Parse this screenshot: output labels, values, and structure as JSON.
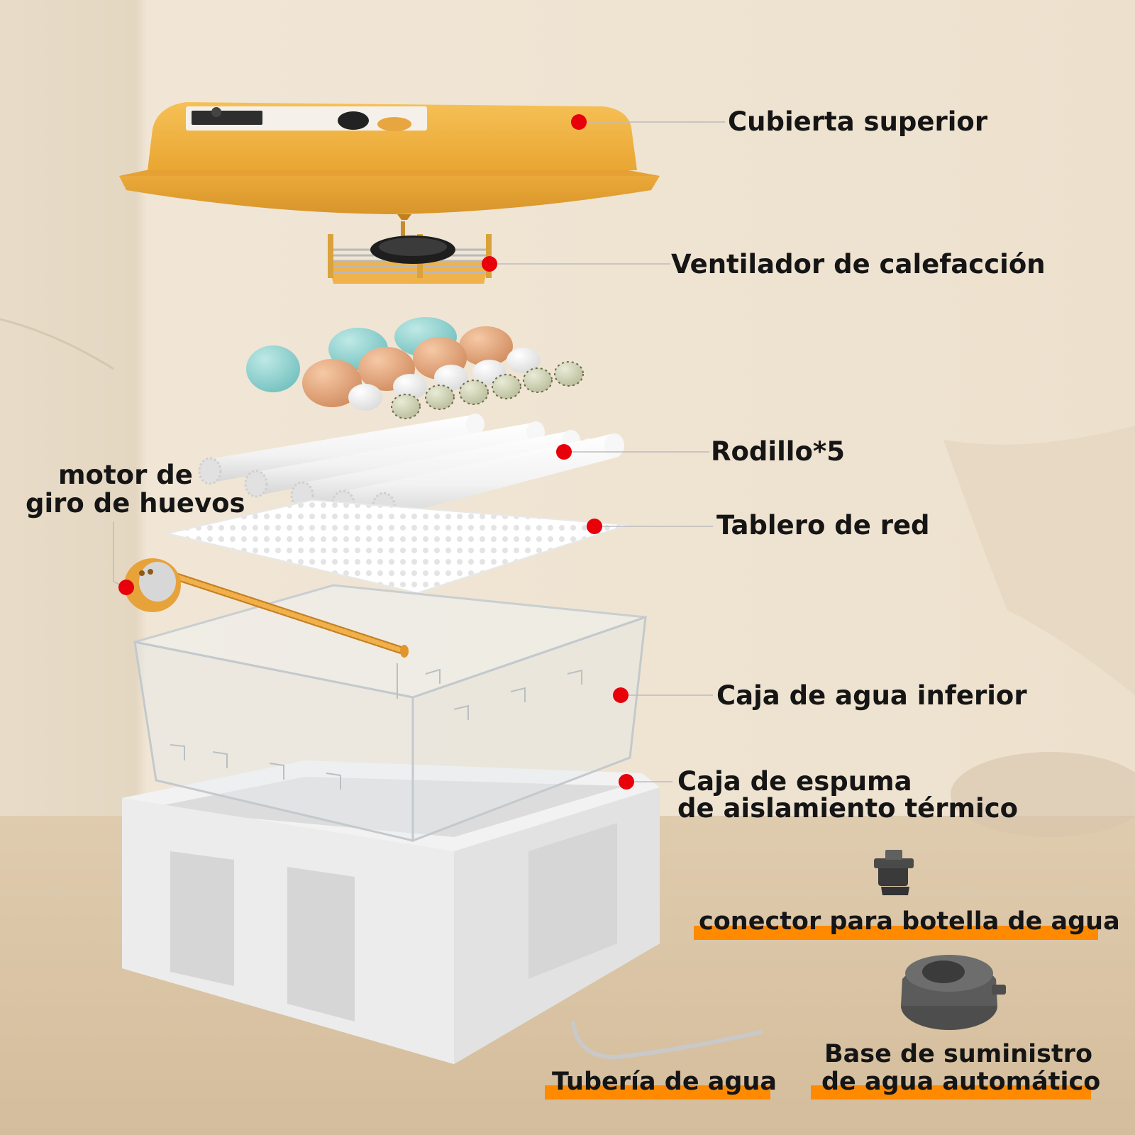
{
  "colors": {
    "background": "#efe3d1",
    "floor": "#dcc7a9",
    "marker": "#e8000b",
    "highlight": "#ff8a00",
    "lid": "#f0b13c",
    "foam": "#ececec"
  },
  "labels": {
    "top_cover": "Cubierta superior",
    "heating_fan": "Ventilador de calefacción",
    "roller": "Rodillo*5",
    "net_board": "Tablero de red",
    "motor_line1": "motor de",
    "motor_line2": "giro de huevos",
    "water_box": "Caja de agua inferior",
    "foam_line1": "Caja de espuma",
    "foam_line2": "de aislamiento térmico"
  },
  "accessories": {
    "bottle_connector": "conector para botella de agua",
    "water_pipe": "Tubería de agua",
    "supply_line1": "Base de suministro",
    "supply_line2": "de agua automático"
  }
}
